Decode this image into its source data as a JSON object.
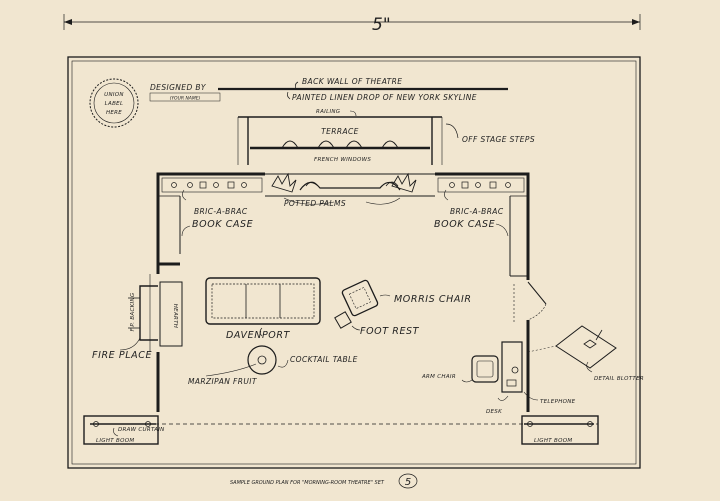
{
  "sheet": {
    "top_dimension": "5\"",
    "page_number": "5",
    "caption": "SAMPLE GROUND PLAN FOR \"MORNING-ROOM THEATRE\" SET"
  },
  "stamp": {
    "line1": "UNION",
    "line2": "LABEL",
    "line3": "HERE"
  },
  "designer": {
    "label": "DESIGNED BY",
    "placeholder": "(YOUR NAME)"
  },
  "labels": {
    "back_wall": "BACK WALL OF THEATRE",
    "linen_drop": "PAINTED LINEN DROP OF NEW YORK SKYLINE",
    "railing": "RAILING",
    "terrace": "TERRACE",
    "french_windows": "FRENCH WINDOWS",
    "off_stage_steps": "OFF STAGE STEPS",
    "potted_palms": "POTTED PALMS",
    "bric_left": "BRIC-A-BRAC",
    "book_left": "BOOK CASE",
    "bric_right": "BRIC-A-BRAC",
    "book_right": "BOOK CASE",
    "fp_backing": "F.P. BACKING",
    "hearth": "HEARTH",
    "fire_place": "FIRE PLACE",
    "davenport": "DAVENPORT",
    "morris_chair": "MORRIS CHAIR",
    "foot_rest": "FOOT REST",
    "cocktail_table": "COCKTAIL TABLE",
    "marzipan_fruit": "MARZIPAN FRUIT",
    "arm_chair": "ARM CHAIR",
    "detail_blotter": "DETAIL BLOTTER",
    "telephone": "TELEPHONE",
    "desk": "DESK",
    "draw_curtain": "DRAW CURTAIN",
    "light_boom_left": "LIGHT BOOM",
    "light_boom_right": "LIGHT BOOM"
  }
}
